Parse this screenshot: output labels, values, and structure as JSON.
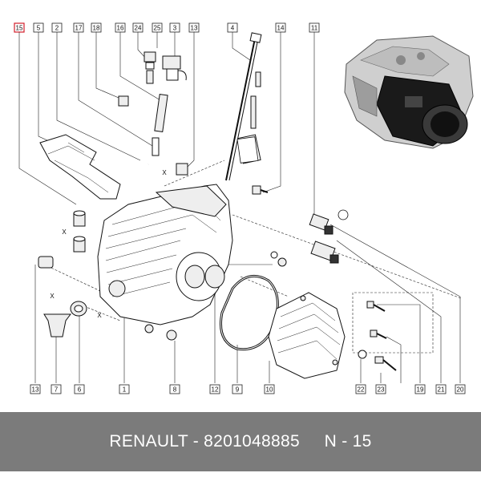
{
  "diagram": {
    "labels_top": [
      {
        "id": "15",
        "highlight": true
      },
      {
        "id": "5"
      },
      {
        "id": "2"
      },
      {
        "id": "17"
      },
      {
        "id": "18"
      },
      {
        "id": "16"
      },
      {
        "id": "24"
      },
      {
        "id": "25"
      },
      {
        "id": "3"
      },
      {
        "id": "13"
      },
      {
        "id": "4"
      },
      {
        "id": "14"
      },
      {
        "id": "11"
      }
    ],
    "labels_bottom": [
      {
        "id": "13"
      },
      {
        "id": "7"
      },
      {
        "id": "6"
      },
      {
        "id": "1"
      },
      {
        "id": "8"
      },
      {
        "id": "12"
      },
      {
        "id": "9"
      },
      {
        "id": "10"
      },
      {
        "id": "22"
      },
      {
        "id": "23"
      },
      {
        "id": "19"
      },
      {
        "id": "21"
      },
      {
        "id": "20"
      }
    ],
    "axis_marks": [
      "X",
      "X",
      "X",
      "X"
    ],
    "highlight_color": "#d21f2b"
  },
  "banner": {
    "text": "RENAULT - 8201048885     N - 15",
    "background": "#7b7b7b",
    "color": "#ffffff"
  }
}
